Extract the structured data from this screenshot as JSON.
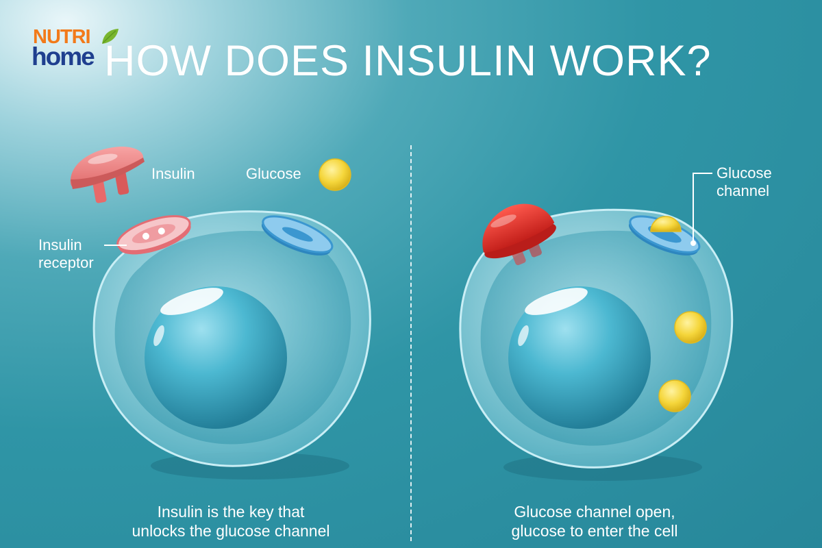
{
  "title": "HOW DOES INSULIN WORK?",
  "logo": {
    "line1": "NUTRI",
    "line2": "home"
  },
  "labels": {
    "insulin": "Insulin",
    "glucose": "Glucose",
    "insulin_receptor_line1": "Insulin",
    "insulin_receptor_line2": "receptor",
    "glucose_channel_line1": "Glucose",
    "glucose_channel_line2": "channel"
  },
  "captions": {
    "left_line1": "Insulin is the key that",
    "left_line2": "unlocks the glucose channel",
    "right_line1": "Glucose channel open,",
    "right_line2": "glucose to enter the cell"
  },
  "colors": {
    "insulin_pink": "#f08c8c",
    "insulin_red": "#e8312c",
    "glucose_yellow": "#f5d63b",
    "channel_blue": "#4aa7d9",
    "cell_body": "#8fd0dc",
    "nucleus": "#4cb8d1"
  }
}
